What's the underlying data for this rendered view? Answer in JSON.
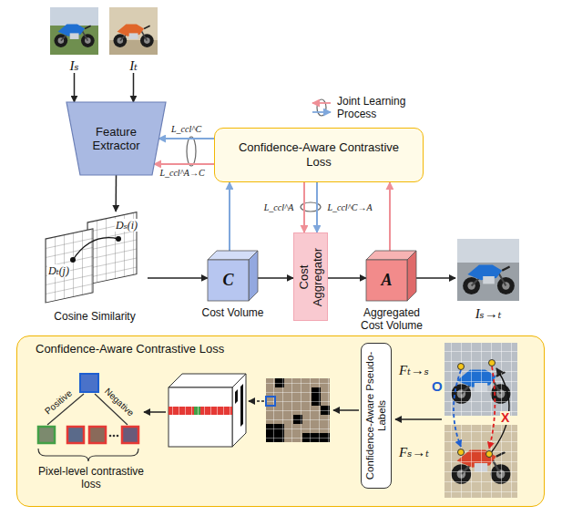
{
  "diagram": {
    "nodes": [
      {
        "text": [
          "Iₛ"
        ]
      },
      {
        "text": [
          "Iₜ"
        ]
      },
      {
        "text": [
          "Feature Extractor"
        ]
      },
      {
        "text": [
          "Confidence-Aware Contrastive Loss"
        ]
      },
      {
        "text": [
          "Dₜ(j)",
          "Dₛ(i)",
          "Cosine Similarity"
        ]
      },
      {
        "text": [
          "C",
          "Cost Volume"
        ]
      },
      {
        "text": [
          "Cost Aggregator"
        ]
      },
      {
        "text": [
          "A",
          "Aggregated Cost Volume"
        ]
      },
      {
        "text": [
          "Iₛ→ₜ"
        ]
      },
      {
        "text": [
          "Confidence-Aware Contrastive Loss"
        ]
      },
      {
        "text": [
          "Confidence-Aware Pseudo-Labels"
        ],
        "in": 9
      }
    ],
    "edges": [
      {
        "from": 0,
        "to": 2,
        "arrow": "to"
      },
      {
        "from": 1,
        "to": 2,
        "arrow": "to"
      },
      {
        "from": 3,
        "to": 2,
        "arrow": "to",
        "label": "L_ccl^C"
      },
      {
        "from": 3,
        "to": 2,
        "arrow": "to",
        "label": "L_ccl^A→C"
      },
      {
        "from": 2,
        "to": 4,
        "arrow": "to"
      },
      {
        "from": 4,
        "to": 5,
        "arrow": "to"
      },
      {
        "from": 5,
        "to": 6,
        "arrow": "to"
      },
      {
        "from": 6,
        "to": 7,
        "arrow": "to"
      },
      {
        "from": 7,
        "to": 8,
        "arrow": "to"
      },
      {
        "from": 5,
        "to": 3,
        "arrow": "to"
      },
      {
        "from": 7,
        "to": 3,
        "arrow": "to"
      },
      {
        "from": 3,
        "to": 6,
        "arrow": "to",
        "label": "L_ccl^A"
      },
      {
        "from": 3,
        "to": 6,
        "arrow": "to",
        "label": "L_ccl^C→A"
      }
    ],
    "labels": [
      "Fₜ→ₛ",
      "Fₛ→ₜ",
      "O",
      "X",
      "Positive",
      "Negative",
      "Pixel-level contrastive loss"
    ],
    "legend": [
      {
        "text": "Joint Learning Process"
      }
    ]
  }
}
